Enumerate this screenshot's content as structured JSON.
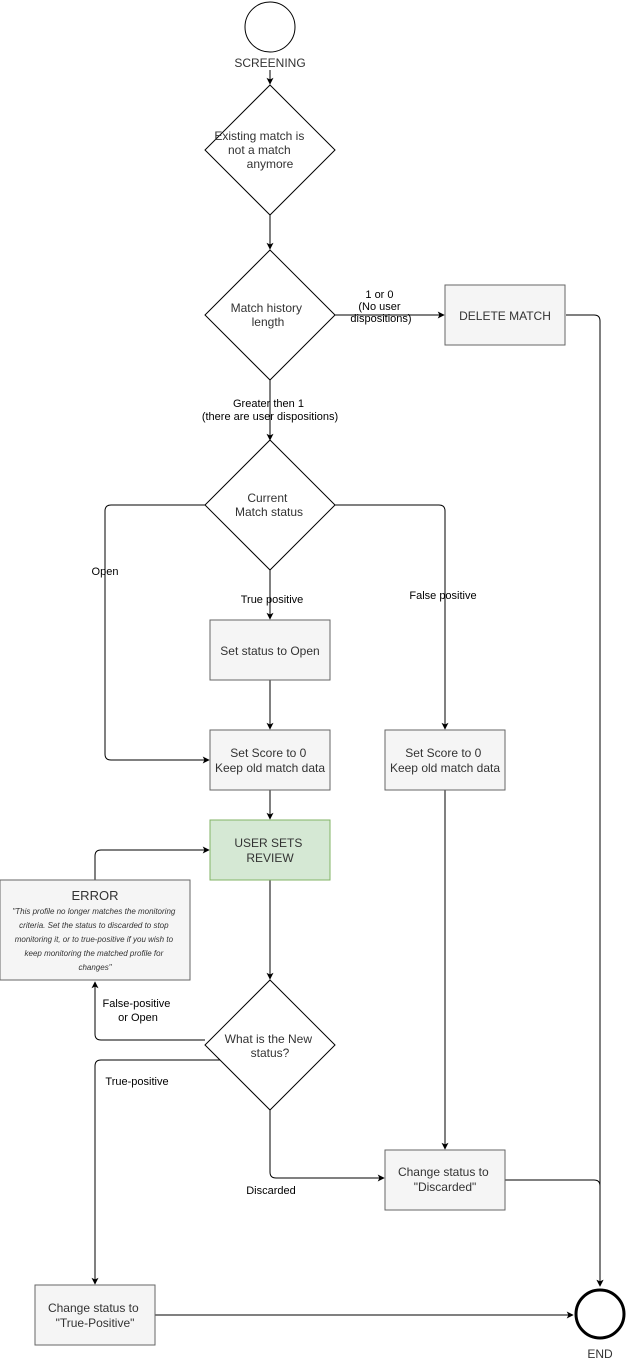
{
  "nodes": {
    "start": {
      "label": "SCREENING"
    },
    "existing_match": {
      "lines": [
        "Existing match is",
        "not a match",
        "anymore"
      ]
    },
    "match_history": {
      "lines": [
        "Match history",
        "length"
      ]
    },
    "delete_match": {
      "lines": [
        "DELETE MATCH"
      ]
    },
    "current_status": {
      "lines": [
        "Current",
        "Match status"
      ]
    },
    "set_open": {
      "lines": [
        "Set status to Open"
      ]
    },
    "set_score_left": {
      "lines": [
        "Set Score to 0",
        "Keep old match data"
      ]
    },
    "set_score_right": {
      "lines": [
        "Set Score to 0",
        "Keep old match data"
      ]
    },
    "user_review": {
      "lines": [
        "USER SETS",
        "REVIEW"
      ]
    },
    "error": {
      "title": "ERROR",
      "lines": [
        "\"This profile no longer matches the monitoring",
        "criteria. Set the status to discarded to stop",
        "monitoring it, or to true-positive if you wish to",
        "keep monitoring the matched profile for",
        "changes\""
      ]
    },
    "new_status": {
      "lines": [
        "What is the New",
        "status?"
      ]
    },
    "discarded": {
      "lines": [
        "Change status to",
        "\"Discarded\""
      ]
    },
    "true_positive": {
      "lines": [
        "Change status to",
        "\"True-Positive\""
      ]
    },
    "end": {
      "label": "END"
    }
  },
  "edges": {
    "one_or_zero": [
      "1 or 0",
      "(No user",
      "dispositions)"
    ],
    "greater_one": [
      "Greater then 1",
      "(there are user dispositions)"
    ],
    "open": [
      "Open"
    ],
    "true_pos": [
      "True positive"
    ],
    "false_pos": [
      "False positive"
    ],
    "false_pos_open": [
      "False-positive",
      "or Open"
    ],
    "true_pos_2": [
      "True-positive"
    ],
    "discarded": [
      "Discarded"
    ]
  },
  "colors": {
    "box_fill": "#f5f5f5",
    "box_stroke": "#666666",
    "review_fill": "#d5e8d4",
    "review_stroke": "#82b366"
  }
}
